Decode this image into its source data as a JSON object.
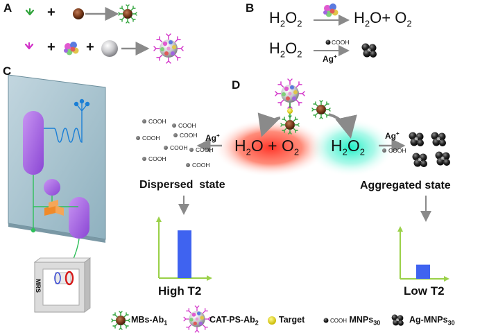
{
  "panels": {
    "a": "A",
    "b": "B",
    "c": "C",
    "d": "D"
  },
  "panel_a": {
    "plus": "+"
  },
  "panel_b": {
    "reaction1": {
      "reactant_main": "H",
      "reactant_sub": "2",
      "reactant_main2": "O",
      "reactant_sub2": "2",
      "product1": "H",
      "product1_sub": "2",
      "product1_b": "O+ O",
      "product1_sub2": "2"
    },
    "reaction2": {
      "reactant_main": "H",
      "reactant_sub": "2",
      "reactant_main2": "O",
      "reactant_sub2": "2",
      "reagent_top": "COOH",
      "reagent_bottom": "Ag",
      "reagent_bottom_sup": "+"
    }
  },
  "panel_c": {
    "device_label": "MRS"
  },
  "panel_d": {
    "cooh": "COOH",
    "ag_label": "Ag",
    "ag_sup": "+",
    "left_center": {
      "a": "H",
      "a_sub": "2",
      "b": "O + O",
      "b_sub": "2"
    },
    "right_center": {
      "a": "H",
      "a_sub": "2",
      "b": "O",
      "b_sub": "2"
    },
    "dispersed_state": "Dispersed  state",
    "aggregated_state": "Aggregated state",
    "high_t2": "High T2",
    "low_t2": "Low T2"
  },
  "legend": [
    {
      "name": "MBs-Ab",
      "sub": "1"
    },
    {
      "name": "CAT-PS-Ab",
      "sub": "2"
    },
    {
      "name": "Target",
      "sub": ""
    },
    {
      "prefix": "COOH",
      "name": "MNPs",
      "sub": "30"
    },
    {
      "name": "Ag-MNPs",
      "sub": "30"
    }
  ],
  "colors": {
    "antibody_green": "#2fa33a",
    "antibody_magenta": "#d230c8",
    "bead_brown": "#7a3b1c",
    "bar_blue": "#3f63f0",
    "axis_green": "#9bd14a",
    "glow_red": "#ff3b2f",
    "glow_cyan": "#2af0c8",
    "chip_blue": "#a9c8d4",
    "purple": "#b273e6"
  },
  "bars": {
    "high_t2_level": 0.85,
    "low_t2_level": 0.3
  }
}
